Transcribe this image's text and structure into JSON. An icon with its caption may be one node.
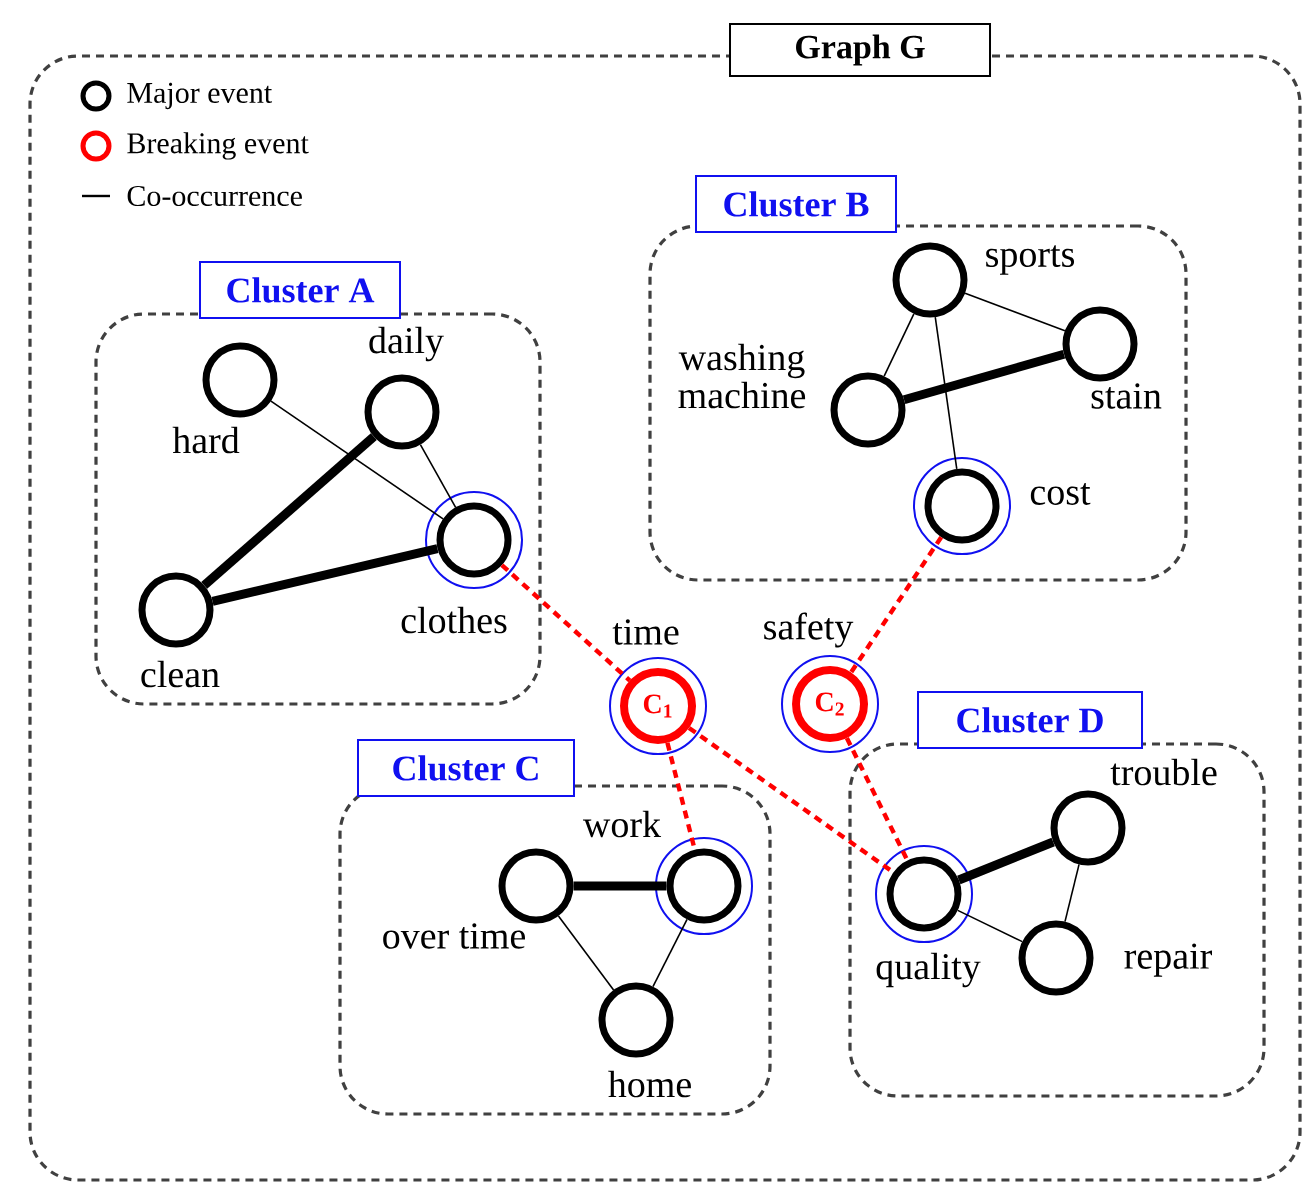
{
  "diagram": {
    "nodes": [
      {
        "text": [
          "Graph G"
        ]
      },
      {
        "text": [
          "Cluster A"
        ],
        "in": 0
      },
      {
        "text": [],
        "shape": "circle",
        "beside": [
          "hard"
        ],
        "in": 1
      },
      {
        "text": [],
        "shape": "circle",
        "beside": [
          "daily"
        ],
        "in": 1
      },
      {
        "text": [],
        "shape": "circle",
        "beside": [
          "clean"
        ],
        "in": 1
      },
      {
        "text": [],
        "shape": "circle",
        "beside": [
          "clothes"
        ],
        "in": 1
      },
      {
        "text": [
          "Cluster B"
        ],
        "in": 0
      },
      {
        "text": [],
        "shape": "circle",
        "beside": [
          "sports"
        ],
        "in": 6
      },
      {
        "text": [],
        "shape": "circle",
        "beside": [
          "washing machine"
        ],
        "in": 6
      },
      {
        "text": [],
        "shape": "circle",
        "beside": [
          "stain"
        ],
        "in": 6
      },
      {
        "text": [],
        "shape": "circle",
        "beside": [
          "cost"
        ],
        "in": 6
      },
      {
        "text": [
          "C$_{1}$"
        ],
        "beside": [
          "time"
        ],
        "in": 0
      },
      {
        "text": [
          "C$_{2}$"
        ],
        "beside": [
          "safety"
        ],
        "in": 0
      },
      {
        "text": [
          "Cluster C"
        ],
        "in": 0
      },
      {
        "text": [],
        "shape": "circle",
        "beside": [
          "over time"
        ],
        "in": 13
      },
      {
        "text": [],
        "shape": "circle",
        "beside": [
          "work"
        ],
        "in": 13
      },
      {
        "text": [],
        "shape": "circle",
        "beside": [
          "home"
        ],
        "in": 13
      },
      {
        "text": [
          "Cluster D"
        ],
        "in": 0
      },
      {
        "text": [],
        "shape": "circle",
        "beside": [
          "trouble"
        ],
        "in": 17
      },
      {
        "text": [],
        "shape": "circle",
        "beside": [
          "quality"
        ],
        "in": 17
      },
      {
        "text": [],
        "shape": "circle",
        "beside": [
          "repair"
        ],
        "in": 17
      }
    ],
    "edges": [
      {
        "from": 2,
        "to": 5,
        "arrow": "none"
      },
      {
        "from": 3,
        "to": 5,
        "arrow": "none"
      },
      {
        "from": 3,
        "to": 4,
        "arrow": "none",
        "style": "thick"
      },
      {
        "from": 4,
        "to": 5,
        "arrow": "none",
        "style": "thick"
      },
      {
        "from": 7,
        "to": 8,
        "arrow": "none"
      },
      {
        "from": 7,
        "to": 9,
        "arrow": "none"
      },
      {
        "from": 7,
        "to": 10,
        "arrow": "none"
      },
      {
        "from": 8,
        "to": 9,
        "arrow": "none",
        "style": "thick"
      },
      {
        "from": 14,
        "to": 15,
        "arrow": "none",
        "style": "thick"
      },
      {
        "from": 14,
        "to": 16,
        "arrow": "none"
      },
      {
        "from": 15,
        "to": 16,
        "arrow": "none"
      },
      {
        "from": 19,
        "to": 18,
        "arrow": "none",
        "style": "thick"
      },
      {
        "from": 19,
        "to": 20,
        "arrow": "none"
      },
      {
        "from": 18,
        "to": 20,
        "arrow": "none"
      },
      {
        "from": 5,
        "to": 11,
        "arrow": "none",
        "style": "dashed",
        "color": "#ff0000"
      },
      {
        "from": 11,
        "to": 15,
        "arrow": "none",
        "style": "dashed",
        "color": "#ff0000"
      },
      {
        "from": 11,
        "to": 19,
        "arrow": "none",
        "style": "dashed",
        "color": "#ff0000"
      },
      {
        "from": 10,
        "to": 12,
        "arrow": "none",
        "style": "dashed",
        "color": "#ff0000"
      },
      {
        "from": 12,
        "to": 19,
        "arrow": "none",
        "style": "dashed",
        "color": "#ff0000"
      }
    ],
    "legend": [
      {
        "text": "Major event"
      },
      {
        "text": "Breaking event"
      },
      {
        "text": "Co-occurrence"
      }
    ]
  }
}
